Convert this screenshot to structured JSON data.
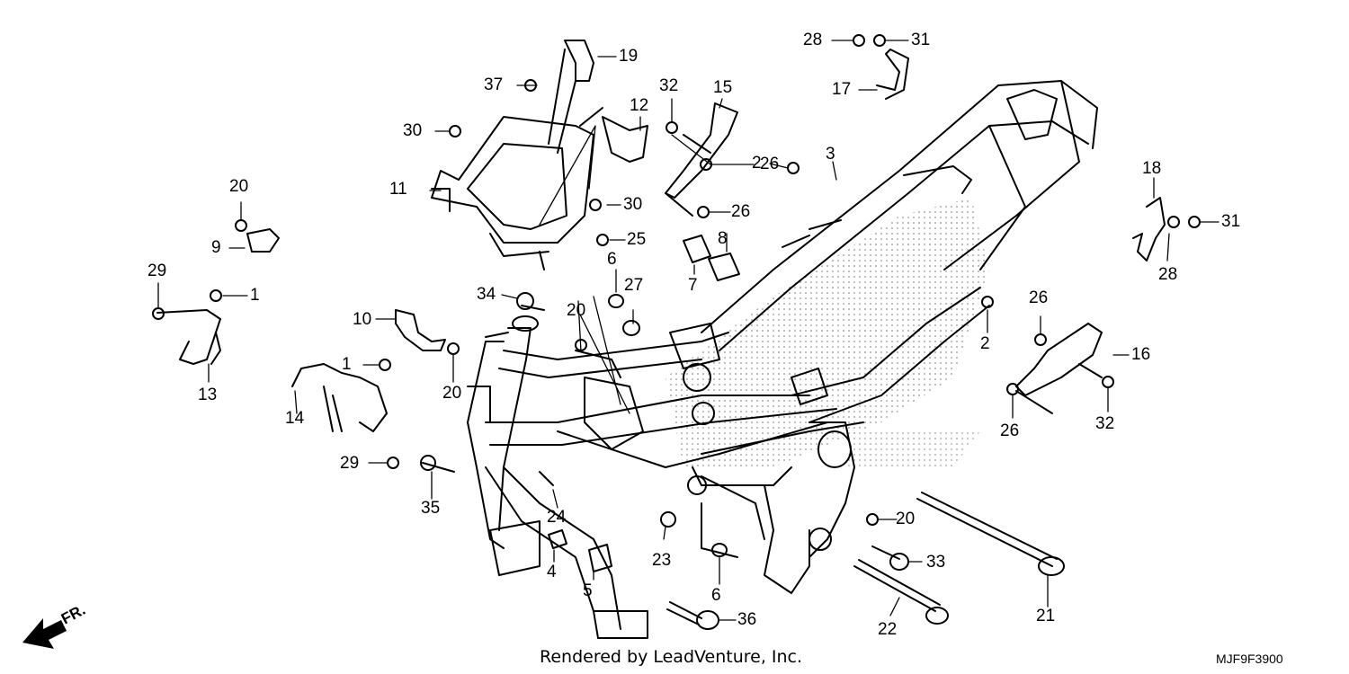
{
  "diagram": {
    "callouts": [
      "19",
      "37",
      "30",
      "11",
      "12",
      "32",
      "15",
      "26",
      "26",
      "2",
      "3",
      "28",
      "31",
      "17",
      "18",
      "31",
      "28",
      "20",
      "9",
      "29",
      "1",
      "13",
      "10",
      "1",
      "14",
      "29",
      "20",
      "30",
      "25",
      "8",
      "7",
      "6",
      "27",
      "34",
      "20",
      "2",
      "26",
      "16",
      "32",
      "26",
      "35",
      "24",
      "4",
      "5",
      "23",
      "6",
      "20",
      "33",
      "22",
      "21",
      "36"
    ],
    "direction_label": "FR.",
    "footer_credit": "Rendered by LeadVenture, Inc.",
    "diagram_code": "MJF9F3900"
  }
}
